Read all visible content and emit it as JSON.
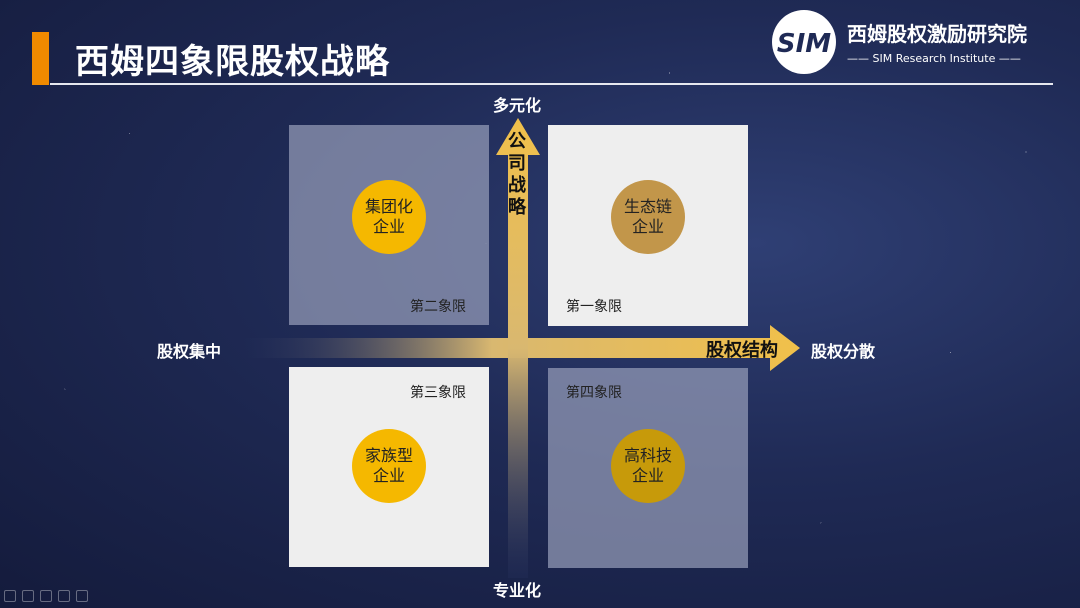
{
  "header": {
    "title": "西姆四象限股权战略",
    "accent_color": "#f08a00"
  },
  "logo": {
    "mark_text": "SIM",
    "name_cn": "西姆股权激励研究院",
    "name_en": "—— SIM Research Institute ——"
  },
  "axes": {
    "top": "多元化",
    "bottom": "专业化",
    "left": "股权集中",
    "right": "股权分散",
    "vertical_arrow_text": [
      "公",
      "司",
      "战",
      "略"
    ],
    "horizontal_arrow_text": "股权结构",
    "arrow_color": "#f1c04a"
  },
  "quadrants": {
    "q1": {
      "label": "第一象限",
      "line1": "生态链",
      "line2": "企业",
      "circle_color": "#c2964a"
    },
    "q2": {
      "label": "第二象限",
      "line1": "集团化",
      "line2": "企业",
      "circle_color": "#f5b800"
    },
    "q3": {
      "label": "第三象限",
      "line1": "家族型",
      "line2": "企业",
      "circle_color": "#f5b800"
    },
    "q4": {
      "label": "第四象限",
      "line1": "高科技",
      "line2": "企业",
      "circle_color": "#c79a0a"
    }
  },
  "toolbar": {
    "icons": [
      "pen-icon",
      "slides-icon",
      "chat-icon",
      "eraser-icon",
      "pointer-icon"
    ]
  }
}
